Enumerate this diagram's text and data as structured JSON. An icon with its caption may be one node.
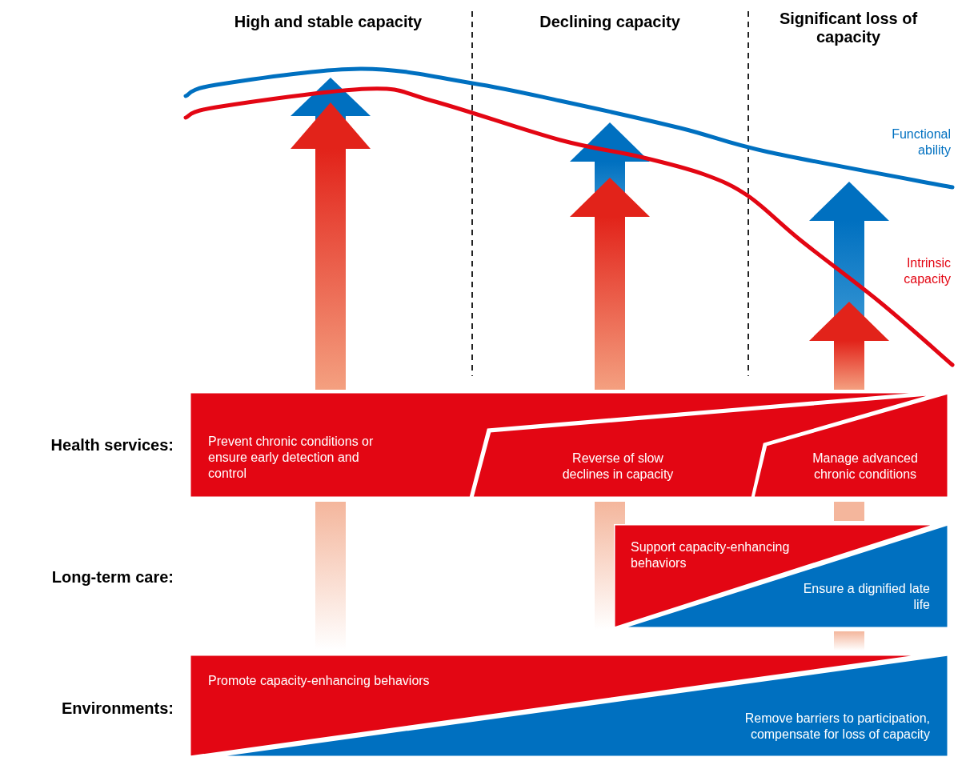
{
  "diagram": {
    "nodes": [
      {
        "text": [
          "Prevent chronic conditions or ensure early detection and control"
        ]
      },
      {
        "text": [
          "Reverse of slow declines in capacity"
        ]
      },
      {
        "text": [
          "Manage advanced chronic conditions"
        ]
      },
      {
        "text": [
          "Support capacity-enhancing behaviors"
        ]
      },
      {
        "text": [
          "Ensure a dignified late life"
        ]
      },
      {
        "text": [
          "Promote capacity-enhancing behaviors"
        ]
      },
      {
        "text": [
          "Remove barriers to participation, compensate for loss of capacity"
        ]
      }
    ],
    "labels": [
      "High and stable capacity",
      "Declining capacity",
      "Significant loss of capacity",
      "Functional ability",
      "Intrinsic capacity",
      "Health services:",
      "Long-term care:",
      "Environments:"
    ]
  }
}
